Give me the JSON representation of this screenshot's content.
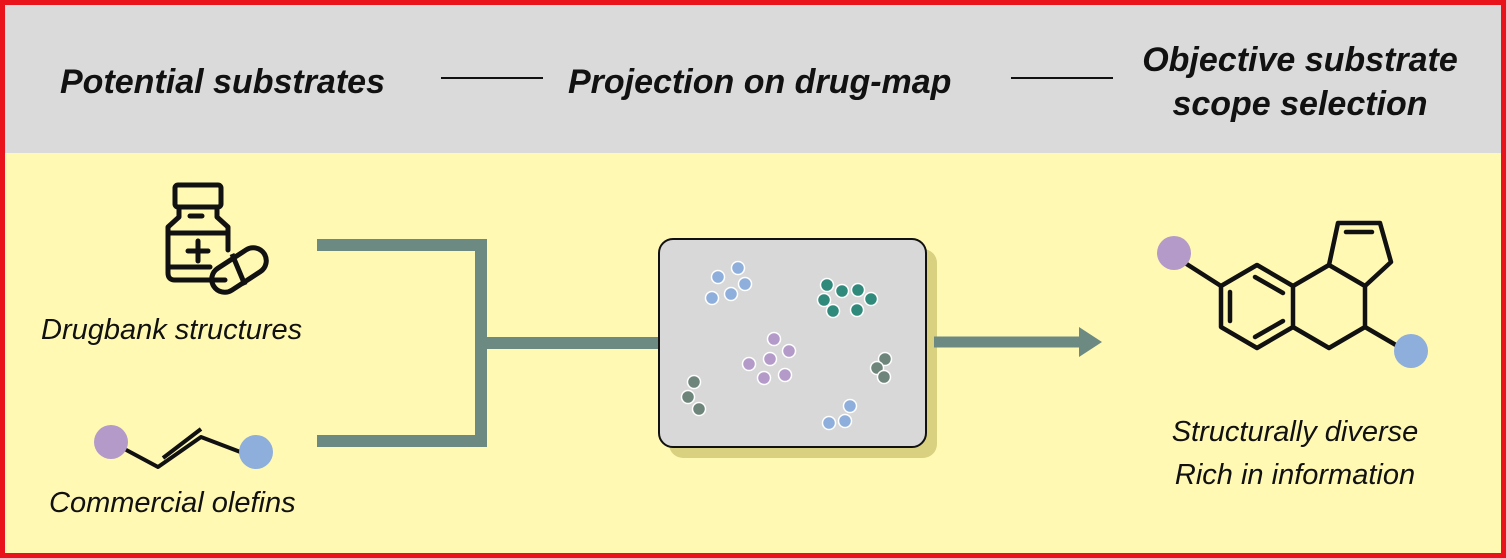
{
  "header": {
    "step1": "Potential substrates",
    "step2": "Projection on drug-map",
    "step3_line1": "Objective substrate",
    "step3_line2": "scope selection"
  },
  "inputs": {
    "drugbank_label": "Drugbank structures",
    "olefins_label": "Commercial olefins"
  },
  "output": {
    "line1": "Structurally diverse",
    "line2": "Rich in information"
  },
  "colors": {
    "border": "#e8131b",
    "header_bg": "#dadada",
    "body_bg": "#fff9b4",
    "connector": "#6c8a82",
    "map_bg": "#d8d8d8",
    "map_shadow": "#d9d17f",
    "purple": "#b49ac8",
    "blue": "#8eaedb",
    "teal": "#2f8a7b",
    "slate": "#6d857a"
  },
  "icons": [
    "medicine-bottle-icon",
    "capsule-icon",
    "olefin-molecule-icon",
    "tetracyclic-molecule-icon"
  ]
}
